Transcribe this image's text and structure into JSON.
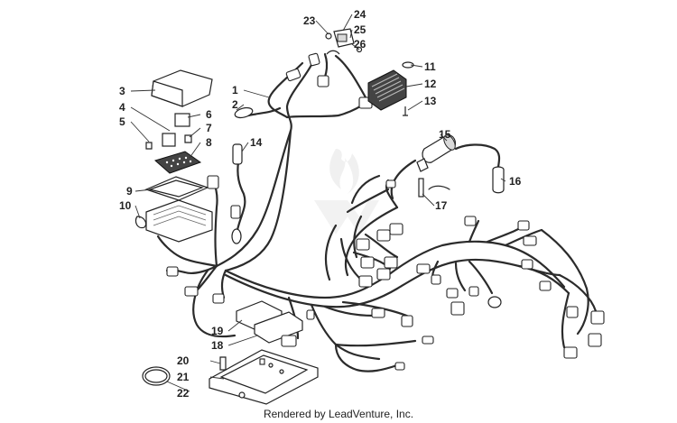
{
  "callouts": [
    "1",
    "2",
    "3",
    "4",
    "5",
    "6",
    "7",
    "8",
    "9",
    "10",
    "11",
    "12",
    "13",
    "14",
    "15",
    "16",
    "17",
    "18",
    "19",
    "20",
    "21",
    "22",
    "23",
    "24",
    "25",
    "26"
  ],
  "footer": "Rendered by LeadVenture, Inc."
}
